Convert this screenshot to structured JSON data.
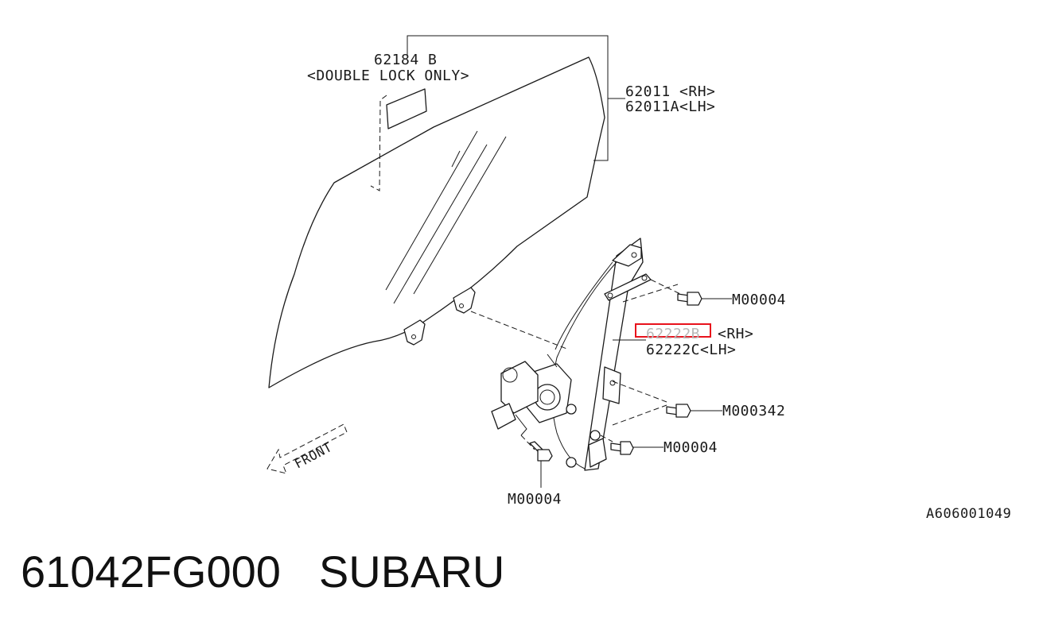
{
  "callouts": {
    "seal_part": "62184 B",
    "seal_note": "<DOUBLE LOCK ONLY>",
    "glass_rh": "62011  <RH>",
    "glass_lh": "62011A<LH>",
    "regulator_rh_num": "62222B",
    "regulator_rh_side": "<RH>",
    "regulator_lh": "62222C<LH>",
    "bolt_upper": "M00004",
    "bolt_mid": "M000342",
    "bolt_lower_right": "M00004",
    "bolt_bottom": "M00004",
    "front_arrow": "FRONT"
  },
  "drawing_ref": "A606001049",
  "footer": {
    "part_number": "61042FG000",
    "brand": "SUBARU"
  },
  "colors": {
    "line": "#1a1a1a",
    "highlight": "#e8121c",
    "background": "#ffffff"
  }
}
